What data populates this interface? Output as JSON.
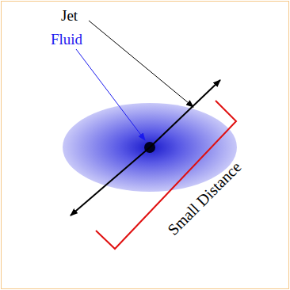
{
  "diagram": {
    "labels": [
      "Jet",
      "Fluid",
      "Small Distance"
    ]
  }
}
